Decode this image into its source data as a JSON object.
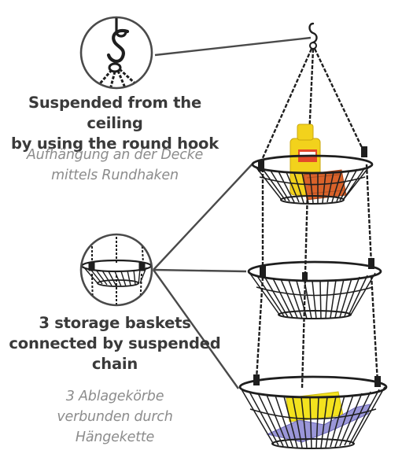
{
  "hook_caption": {
    "english": [
      "Suspended from the ceiling",
      "by using the round hook"
    ],
    "german": [
      "Aufhängung an der Decke",
      "mittels Rundhaken"
    ]
  },
  "basket_caption": {
    "english": [
      "3 storage baskets",
      "connected by suspended",
      "chain"
    ],
    "german": [
      "3 Ablagekörbe",
      "verbunden durch",
      "Hängekette"
    ]
  },
  "colors": {
    "english_text": "#3a3a3a",
    "german_text": "#8c8c8c",
    "wire": "#1e1e1e",
    "leader_line": "#4a4a4a",
    "bottle_yellow": "#f2d21c",
    "sponge_yellow": "#f3e21e",
    "brush_orange": "#d9622a",
    "scoop_lavender": "#9a96d8"
  },
  "icons": [
    "round-hook-inset",
    "basket-inset",
    "three-tier-hanging-basket"
  ]
}
